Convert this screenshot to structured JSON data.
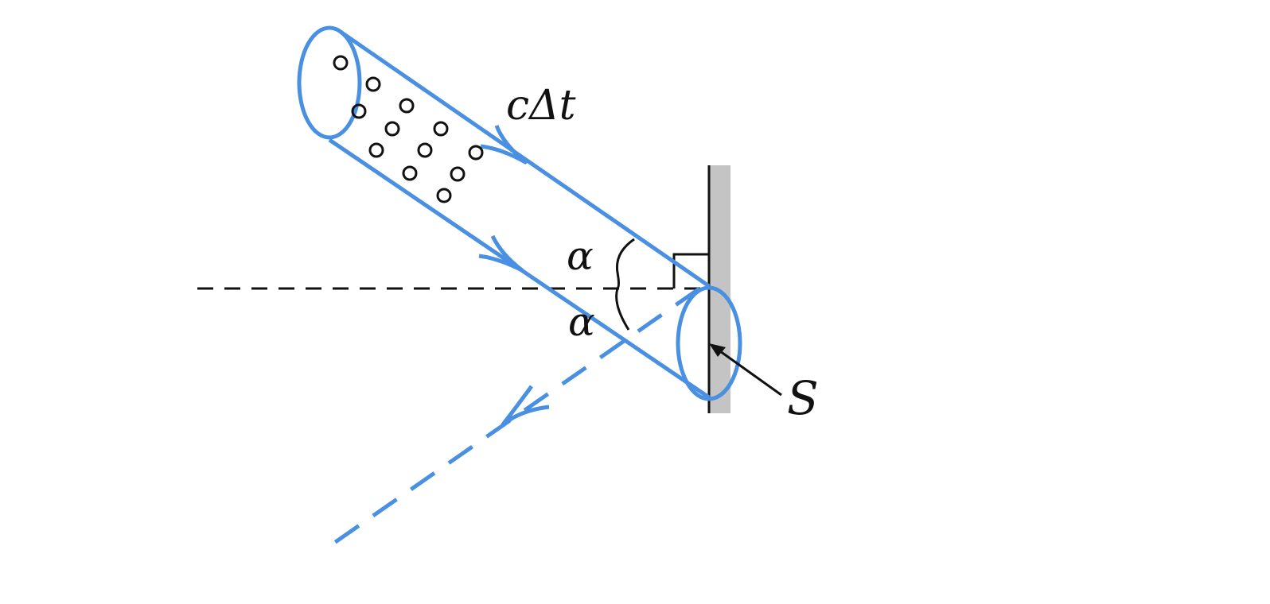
{
  "labels": {
    "length": "cΔt",
    "angle_incident": "α",
    "angle_reflected": "α",
    "area": "S"
  },
  "colors": {
    "beam": "#4a90e2",
    "wall": "#c4c4c4",
    "line": "#111111",
    "background": "#ffffff"
  }
}
